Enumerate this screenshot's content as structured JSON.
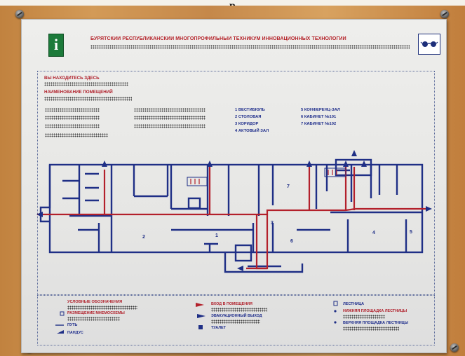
{
  "top_header": "р",
  "sign": {
    "institution_title": "БУРЯТСКИЙ РЕСПУБЛИКАНСКИЙ МНОГОПРОФИЛЬНЫЙ ТЕХНИКУМ ИННОВАЦИОННЫХ ТЕХНОЛОГИЙ",
    "you_are_here": "ВЫ НАХОДИТЕСЬ ЗДЕСЬ",
    "rooms_heading": "НАИМЕНОВАНИЕ ПОМЕЩЕНИЙ",
    "room_list": [
      "1 ВЕСТИБЮЛЬ",
      "2 СТОЛОВАЯ",
      "3 КОРИДОР",
      "4 АКТОВЫЙ ЗАЛ",
      "5 КОНФЕРЕНЦ-ЗАЛ",
      "6 КАБИНЕТ №101",
      "7 КАБИНЕТ №102"
    ],
    "plan_numbers": [
      "1",
      "2",
      "3",
      "4",
      "5",
      "6",
      "7"
    ],
    "legend": {
      "heading": "УСЛОВНЫЕ ОБОЗНАЧЕНИЯ",
      "placement": "РАЗМЕЩЕНИЕ МНЕМОСХЕМЫ",
      "path": "ПУТЬ",
      "ramp": "ПАНДУС",
      "entrance": "ВХОД В ПОМЕЩЕНИЯ",
      "evacuation": "ЭВАКУАЦИОННЫЙ ВЫХОД",
      "toilet": "ТУАЛЕТ",
      "stairs": "ЛЕСТНИЦА",
      "lower_landing": "НИЖНЯЯ ПЛОЩАДКА ЛЕСТНИЦЫ",
      "upper_landing": "ВЕРХНЯЯ ПЛОЩАДКА ЛЕСТНИЦЫ"
    }
  },
  "icons": [
    "info-icon",
    "low-vision-glasses-icon",
    "stairs-icon",
    "toilet-icon",
    "entrance-arrow-icon"
  ],
  "colors": {
    "wall": "#1f2f86",
    "route": "#b3202b",
    "info_green": "#1c7a3a",
    "wood": "#c98d4a"
  }
}
